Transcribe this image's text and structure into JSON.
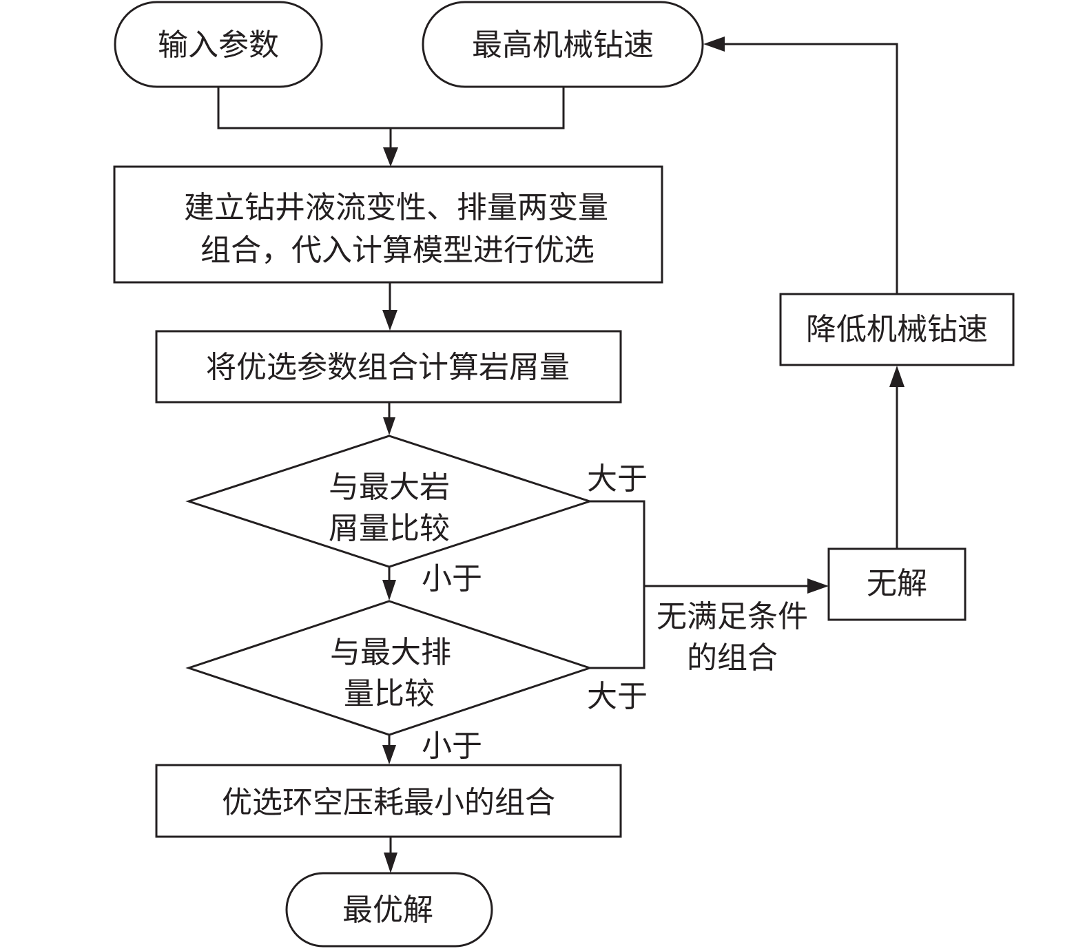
{
  "diagram": {
    "type": "flowchart",
    "colors": {
      "stroke": "#231f20",
      "background": "#ffffff"
    },
    "nodes": {
      "input_params": {
        "label": "输入参数",
        "shape": "terminal"
      },
      "max_rop": {
        "label": "最高机械钻速",
        "shape": "terminal"
      },
      "build_combo": {
        "lines": [
          "建立钻井液流变性、排量两变量",
          "组合，代入计算模型进行优选"
        ],
        "shape": "process"
      },
      "calc_cuttings": {
        "label": "将优选参数组合计算岩屑量",
        "shape": "process"
      },
      "compare_cuttings": {
        "lines": [
          "与最大岩",
          "屑量比较"
        ],
        "shape": "decision"
      },
      "compare_flow": {
        "lines": [
          "与最大排",
          "量比较"
        ],
        "shape": "decision"
      },
      "select_min_loss": {
        "label": "优选环空压耗最小的组合",
        "shape": "process"
      },
      "optimal": {
        "label": "最优解",
        "shape": "terminal"
      },
      "no_solution": {
        "label": "无解",
        "shape": "process"
      },
      "reduce_rop": {
        "label": "降低机械钻速",
        "shape": "process"
      }
    },
    "edge_labels": {
      "cuttings_greater": "大于",
      "cuttings_less": "小于",
      "flow_greater": "大于",
      "flow_less": "小于",
      "no_valid_combo": [
        "无满足条件",
        "的组合"
      ]
    }
  }
}
